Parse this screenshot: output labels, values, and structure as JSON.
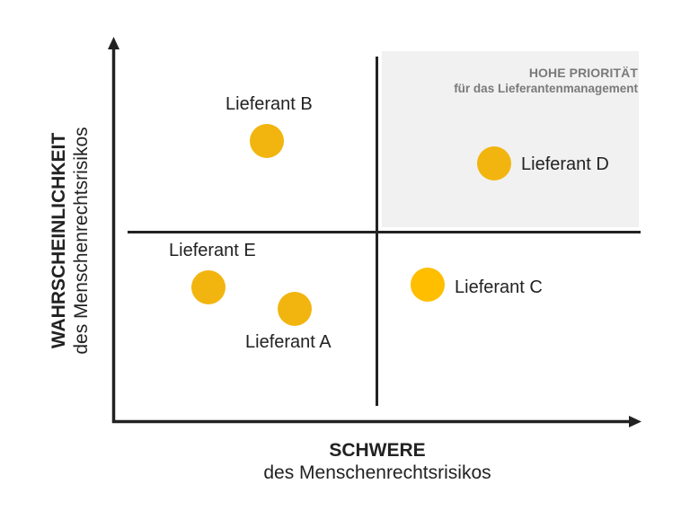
{
  "diagram": {
    "type": "risk-matrix",
    "x_axis": {
      "title": "SCHWERE",
      "subtitle": "des Menschenrechtsrisikos"
    },
    "y_axis": {
      "title": "WAHRSCHEINLICHKEIT",
      "subtitle": "des Menschenrechtsrisikos"
    },
    "priority_box": {
      "title": "HOHE PRIORITÄT",
      "subtitle": "für das Lieferantenmanagement",
      "fill": "#f1f1f1",
      "text_color": "#7a7a7a"
    },
    "colors": {
      "axis": "#222222",
      "marker": "#F2B50F",
      "marker_alt": "#FFBE00",
      "label": "#222222"
    },
    "suppliers": [
      {
        "id": "A",
        "label": "Lieferant A",
        "quadrant": "low-severity / low-probability"
      },
      {
        "id": "B",
        "label": "Lieferant B",
        "quadrant": "low-severity / high-probability"
      },
      {
        "id": "C",
        "label": "Lieferant C",
        "quadrant": "high-severity / low-probability"
      },
      {
        "id": "D",
        "label": "Lieferant D",
        "quadrant": "high-severity / high-probability"
      },
      {
        "id": "E",
        "label": "Lieferant E",
        "quadrant": "low-severity / low-probability"
      }
    ]
  }
}
